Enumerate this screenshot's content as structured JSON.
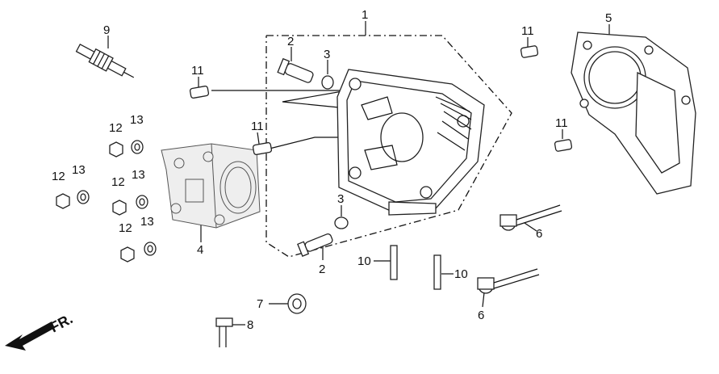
{
  "labels": {
    "l1": "1",
    "l2a": "2",
    "l2b": "2",
    "l3a": "3",
    "l3b": "3",
    "l4": "4",
    "l5": "5",
    "l6a": "6",
    "l6b": "6",
    "l7": "7",
    "l8": "8",
    "l9": "9",
    "l10a": "10",
    "l10b": "10",
    "l11a": "11",
    "l11b": "11",
    "l11c": "11",
    "l11d": "11",
    "l12a": "12",
    "l12b": "12",
    "l12c": "12",
    "l12d": "12",
    "l13a": "13",
    "l13b": "13",
    "l13c": "13",
    "l13d": "13"
  },
  "direction": {
    "text": "FR."
  }
}
